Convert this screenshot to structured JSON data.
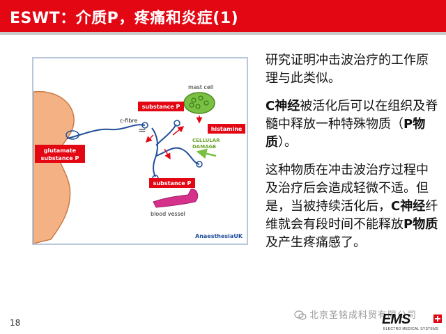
{
  "slide": {
    "title": "ESWT：介质P，疼痛和炎症(1)",
    "number": "18"
  },
  "diagram": {
    "labels": {
      "mast_cell": "mast cell",
      "c_fibre": "c-fibre",
      "substance_p_top": "substance P",
      "histamine": "histamine",
      "glutamate_line1": "glutamate",
      "glutamate_line2": "substance P",
      "cellular_damage_line1": "CELLULAR",
      "cellular_damage_line2": "DAMAGE",
      "substance_p_bottom": "substance P",
      "blood_vessel": "blood vessel",
      "brand": "AnaesthesiaUK"
    }
  },
  "body": {
    "p1": "研究证明冲击波治疗的工作原理与此类似。",
    "p2_bold1": "C神经",
    "p2_text1": "被活化后可以在组织及脊髓中释放一种特殊物质（",
    "p2_bold2": "P物质",
    "p2_text2": "）。",
    "p3_text1": "这种物质在冲击波治疗过程中及治疗后会造成轻微不适。但是，当被持续活化后，",
    "p3_bold1": "C神经",
    "p3_text2": "纤维就会有段时间不能释放",
    "p3_bold2": "P物质",
    "p3_text3": "及产生疼痛感了。"
  },
  "footer": {
    "watermark": "北京圣铭成科贸有限公司",
    "logo_text": "EMS",
    "logo_subtitle": "ELECTRO MEDICAL SYSTEMS"
  },
  "colors": {
    "accent": "#e30613",
    "spine": "#f4b183",
    "nerve": "#1f4e9a",
    "mast_cell": "#7ac143",
    "vessel": "#d5318a"
  }
}
